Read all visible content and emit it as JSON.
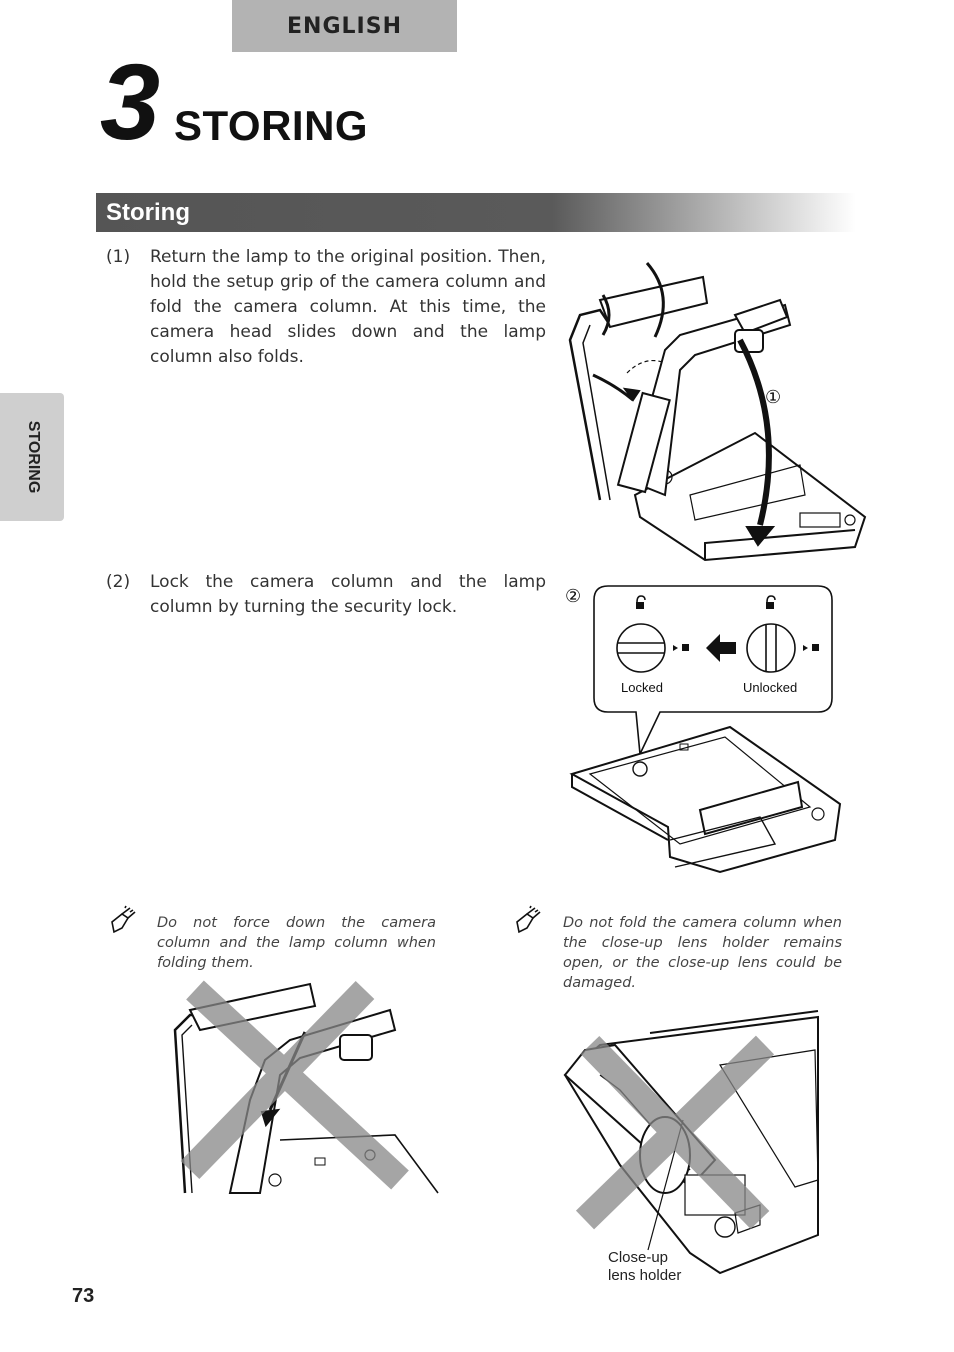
{
  "header": {
    "language": "ENGLISH",
    "chapter_number": "3",
    "chapter_title": "STORING"
  },
  "section": {
    "title": "Storing"
  },
  "side_tab": {
    "label": "STORING"
  },
  "steps": [
    {
      "num": "(1)",
      "text": "Return the lamp to the original position. Then, hold the setup grip of the camera column and fold the camera column. At this time, the camera head slides down and the lamp column also folds."
    },
    {
      "num": "(2)",
      "text": "Lock the camera column and the lamp column by turning the security lock."
    }
  ],
  "figure1": {
    "marker": "①"
  },
  "figure2": {
    "marker": "②",
    "locked_label": "Locked",
    "unlocked_label": "Unlocked"
  },
  "notes": [
    {
      "text": "Do not force down the camera column and the lamp column when folding them."
    },
    {
      "text": "Do not fold the camera column when the close-up lens holder remains open, or the close-up lens could be damaged."
    }
  ],
  "figure4": {
    "callout_line1": "Close-up",
    "callout_line2": "lens holder"
  },
  "footer": {
    "page_number": "73"
  }
}
